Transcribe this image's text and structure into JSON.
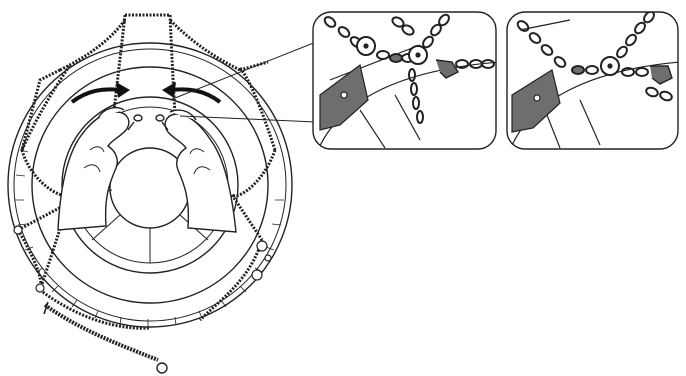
{
  "figure": {
    "background": "#ffffff",
    "line_color": "#222222",
    "shade_color": "#6e6e6e",
    "light_shade": "#cfcfcf"
  },
  "panels": {
    "main": {
      "subject": "tyre-with-snow-chain-being-tensioned"
    },
    "detail_1": {
      "subject": "chain-hook-open"
    },
    "detail_2": {
      "subject": "chain-hook-closed"
    }
  },
  "arrows": [
    {
      "direction": "right",
      "meaning": "pull-chain-end"
    },
    {
      "direction": "left",
      "meaning": "pull-chain-end"
    }
  ]
}
